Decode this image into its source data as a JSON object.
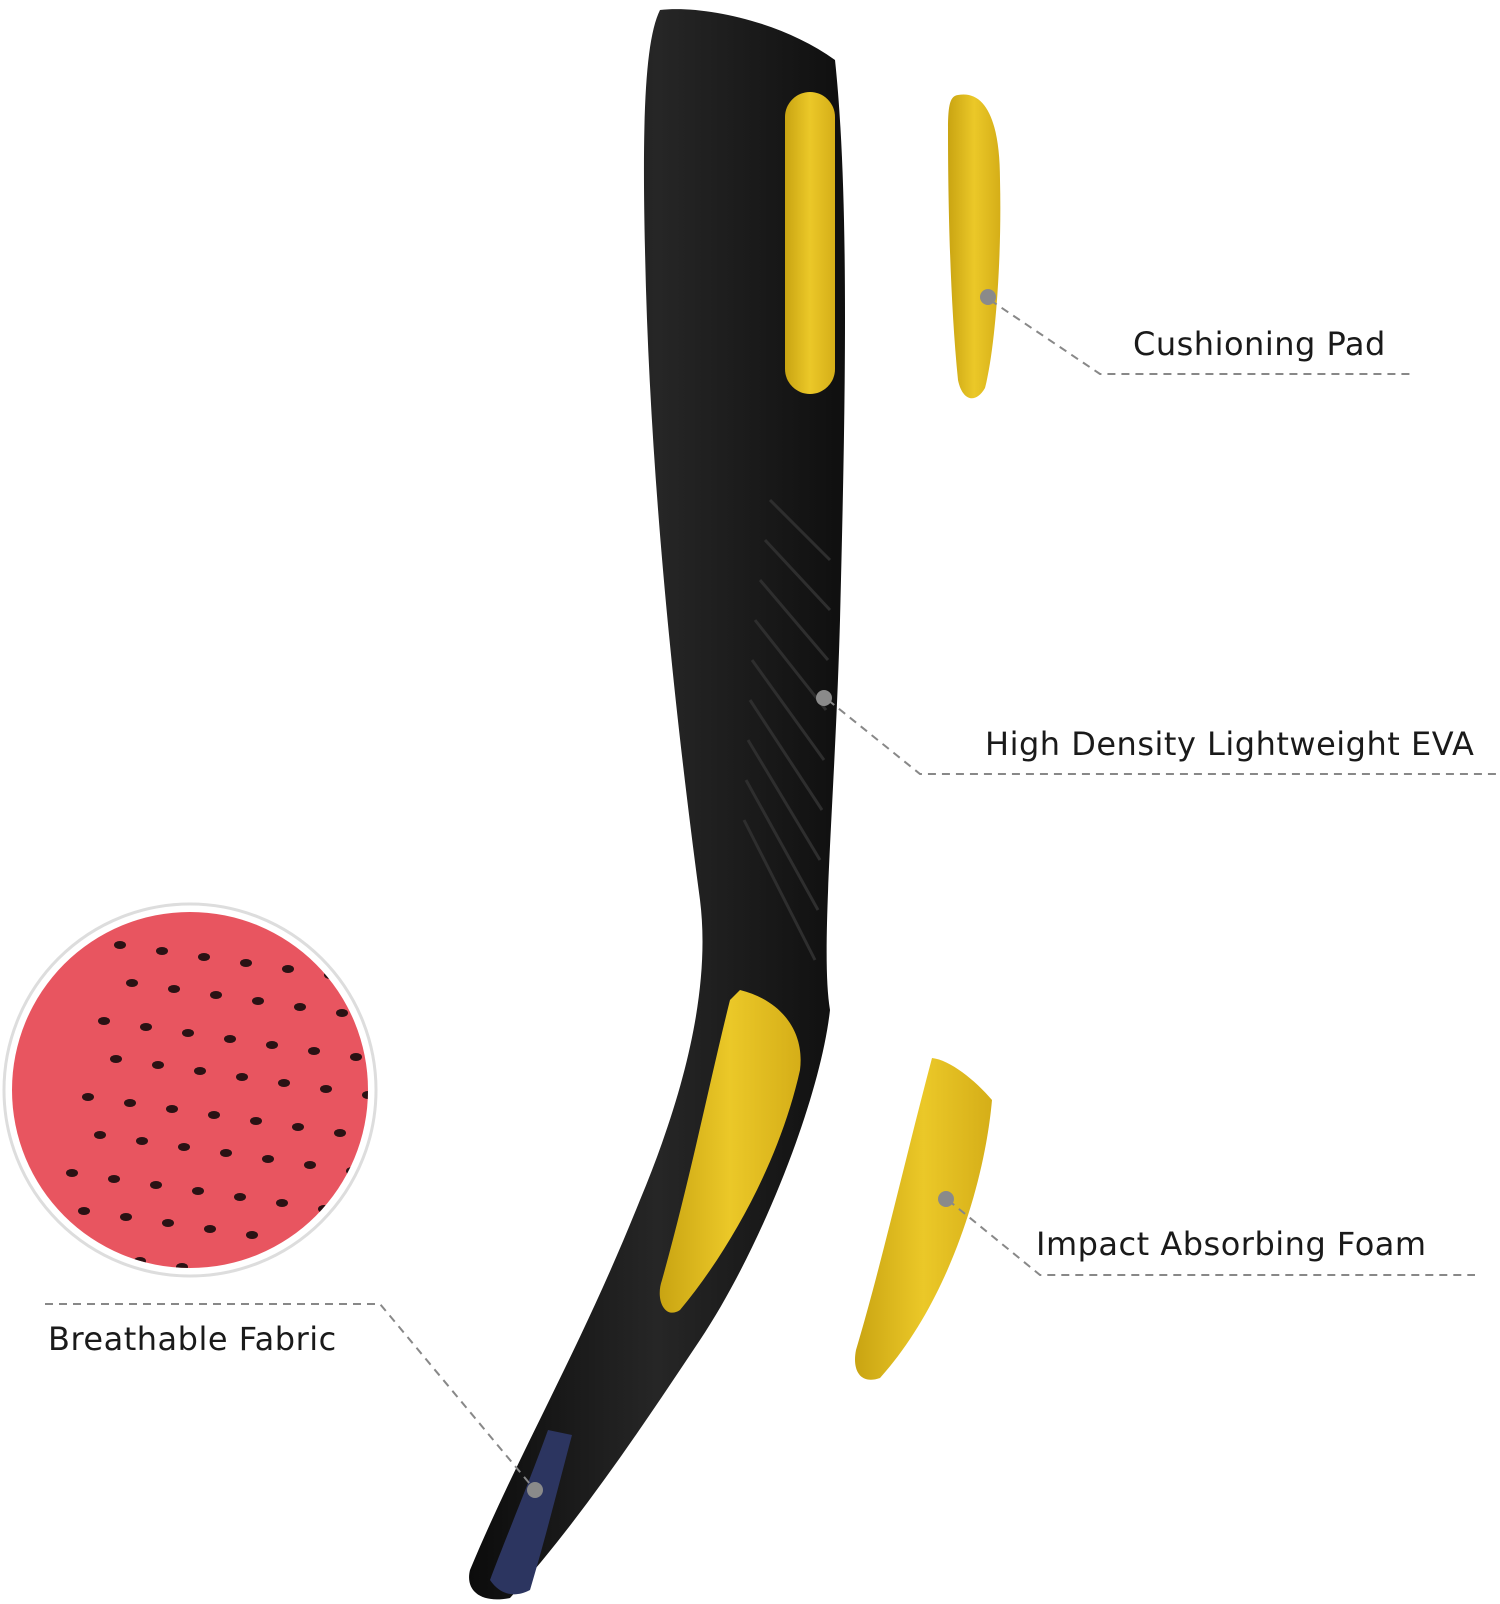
{
  "labels": {
    "cushioning_pad": "Cushioning Pad",
    "eva": "High Density Lightweight EVA",
    "impact_foam": "Impact Absorbing Foam",
    "breathable_fabric": "Breathable Fabric"
  },
  "colors": {
    "insole_black": "#141414",
    "pad_yellow": "#e8c21e",
    "fabric_red": "#e85560",
    "fabric_blue": "#2c3560",
    "leader_line": "#888888"
  }
}
